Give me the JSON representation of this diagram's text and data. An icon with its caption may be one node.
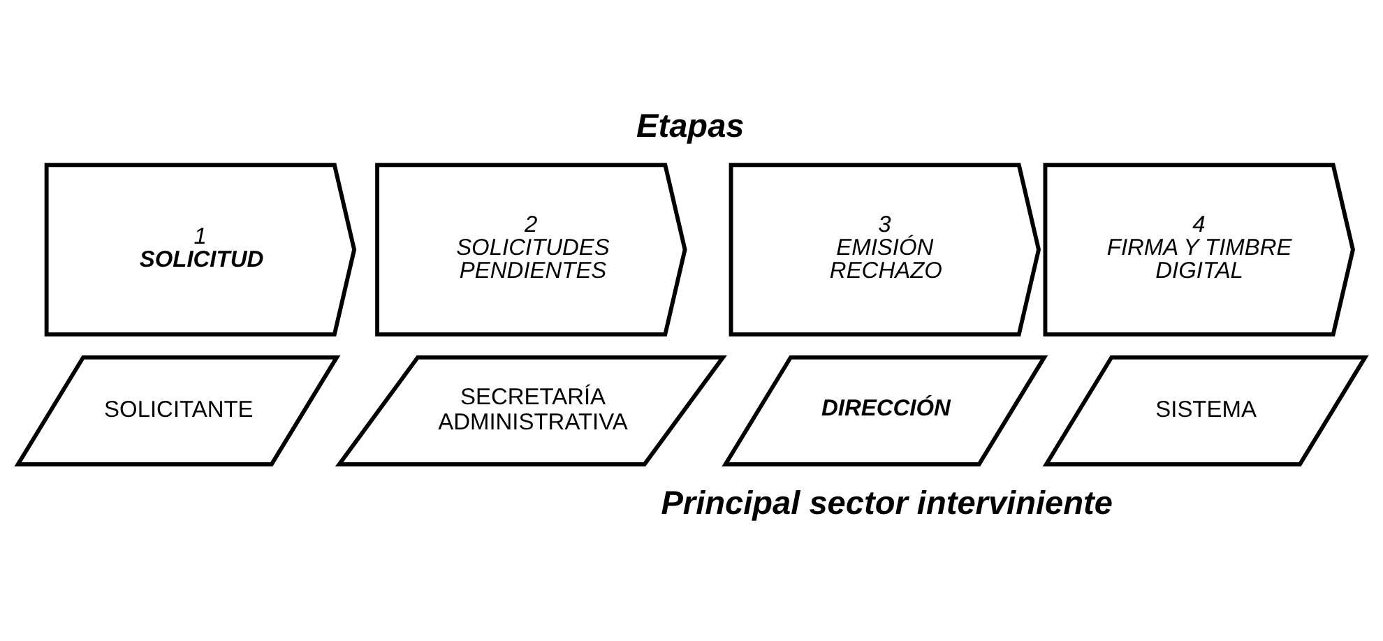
{
  "diagram": {
    "title": "Etapas",
    "caption": "Principal sector interviniente",
    "nodes": [
      {
        "text": [
          "1",
          "SOLICITUD"
        ]
      },
      {
        "text": [
          "2",
          "SOLICITUDES PENDIENTES"
        ]
      },
      {
        "text": [
          "3",
          "EMISIÓN RECHAZO"
        ]
      },
      {
        "text": [
          "4",
          "FIRMA Y TIMBRE DIGITAL"
        ]
      },
      {
        "text": [
          "SOLICITANTE"
        ]
      },
      {
        "text": [
          "SECRETARÍA ADMINISTRATIVA"
        ]
      },
      {
        "text": [
          "DIRECCIÓN"
        ]
      },
      {
        "text": [
          "SISTEMA"
        ]
      }
    ],
    "edges": []
  }
}
